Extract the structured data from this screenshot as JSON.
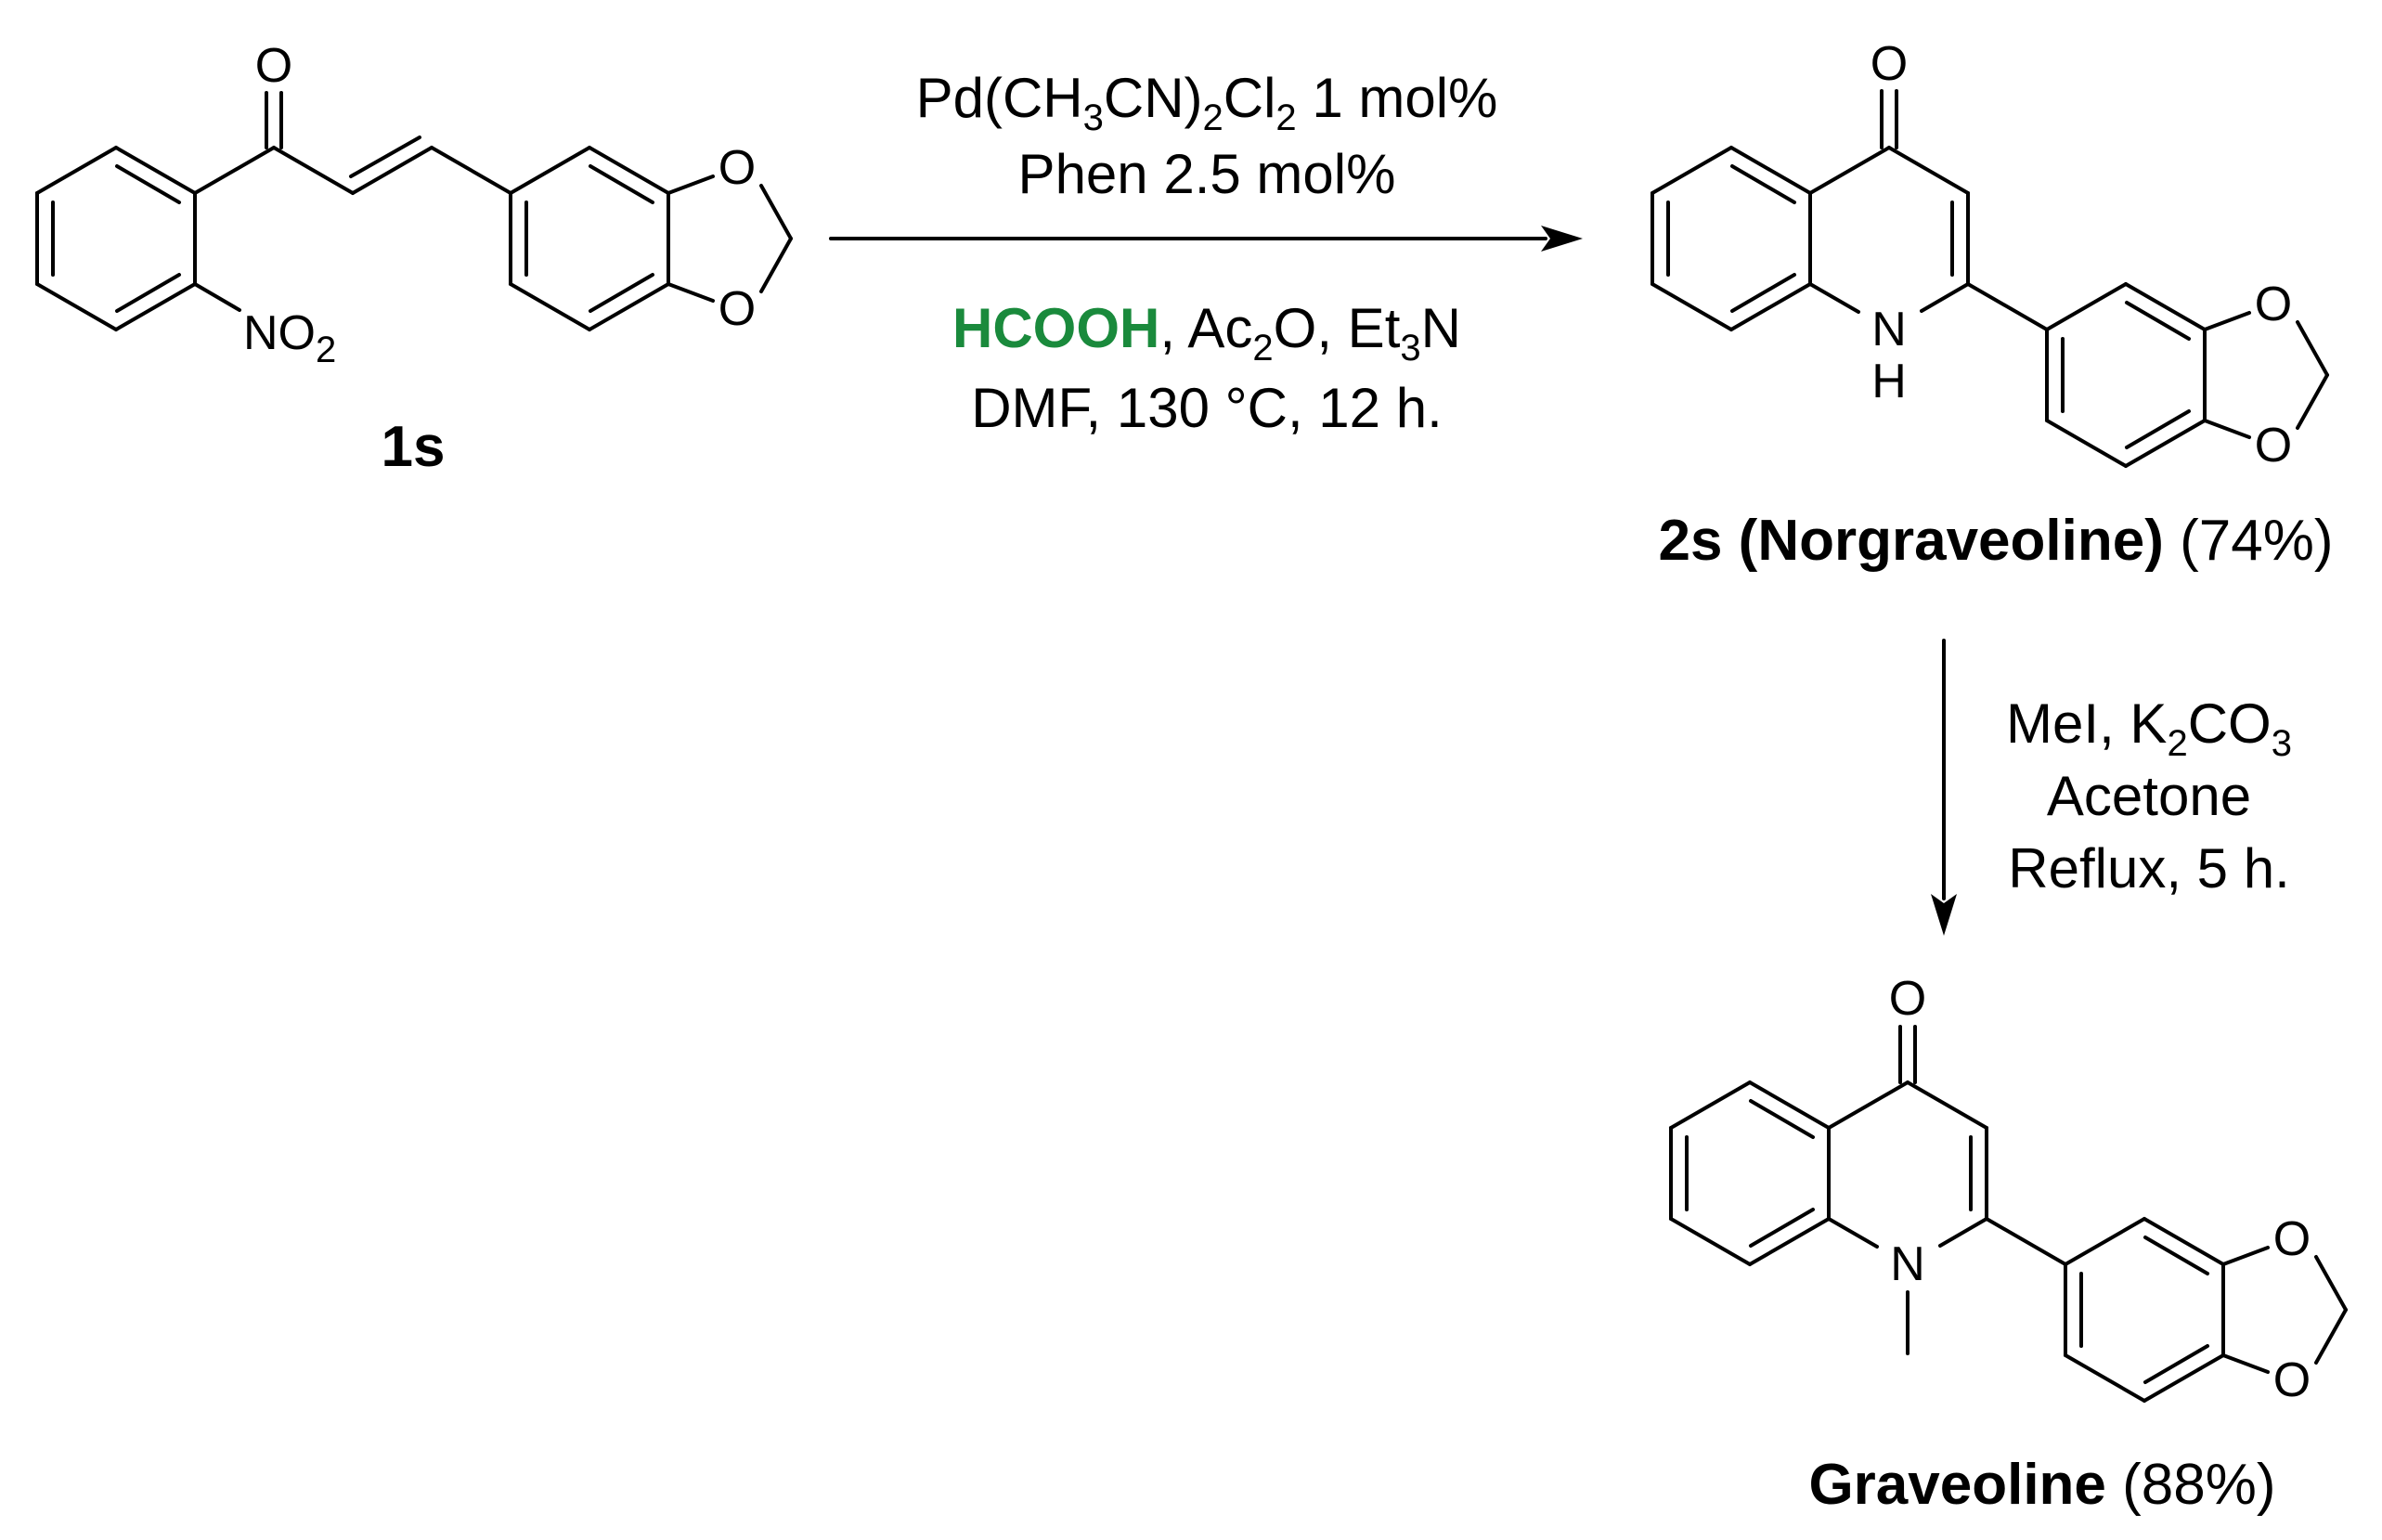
{
  "accent_color": "#1a8a3c",
  "compounds": {
    "starting": {
      "label": "1s",
      "atoms": {
        "carbonyl_o": "O",
        "nitro_n": "NO",
        "nitro_sub": "2",
        "ring_o_top": "O",
        "ring_o_bottom": "O"
      }
    },
    "norgraveoline": {
      "label_bold": "2s (Norgraveoline)",
      "yield": "(74%)",
      "atoms": {
        "carbonyl_o": "O",
        "n": "N",
        "h": "H",
        "ring_o_top": "O",
        "ring_o_bottom": "O"
      }
    },
    "graveoline": {
      "label_bold": "Graveoline",
      "yield": "(88%)",
      "atoms": {
        "carbonyl_o": "O",
        "n": "N",
        "ring_o_top": "O",
        "ring_o_bottom": "O"
      }
    }
  },
  "step1": {
    "catalyst": {
      "a": "Pd(CH",
      "b": "3",
      "c": "CN)",
      "d": "2",
      "e": "Cl",
      "f": "2",
      "g": " 1 mol%"
    },
    "ligand": "Phen 2.5 mol%",
    "reagent_highlight": "HCOOH",
    "reagents": {
      "a": ", Ac",
      "b": "2",
      "c": "O, Et",
      "d": "3",
      "e": "N"
    },
    "conditions": "DMF, 130 °C, 12 h."
  },
  "step2": {
    "reagents": {
      "a": "MeI, K",
      "b": "2",
      "c": "CO",
      "d": "3"
    },
    "solvent": "Acetone",
    "conditions": "Reflux, 5 h."
  }
}
